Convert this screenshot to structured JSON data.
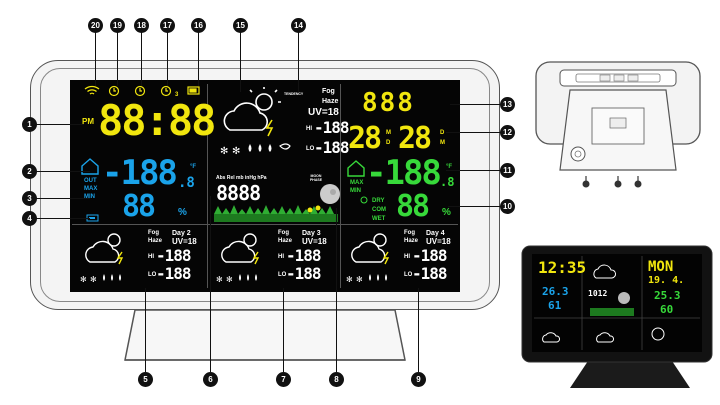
{
  "callouts": [
    "1",
    "2",
    "3",
    "4",
    "5",
    "6",
    "7",
    "8",
    "9",
    "10",
    "11",
    "12",
    "13",
    "14",
    "15",
    "16",
    "17",
    "18",
    "19",
    "20"
  ],
  "left": {
    "pm": "PM",
    "time": "88:88",
    "out": "OUT",
    "max": "MAX",
    "min": "MIN",
    "temp": "-188",
    "temp_dec": ".8",
    "temp_unit": "°F",
    "hum": "88",
    "hum_unit": "%",
    "alarm_count": "3"
  },
  "center": {
    "tendency": "TENDENCY",
    "fog": "Fog",
    "haze": "Haze",
    "uv": "UV=18",
    "hi": "HI",
    "hi_val": "-188",
    "lo": "LO",
    "lo_val": "-188",
    "pressure_units": "Abs Rel mb inHg hPa",
    "pressure": "8888",
    "moon_phase": "MOON PHASE"
  },
  "right": {
    "weekday": "888",
    "date1": "28",
    "date1_m": "M",
    "date1_d": "D",
    "date2": "28",
    "date2_d": "D",
    "date2_m": "M",
    "max": "MAX",
    "min": "MIN",
    "temp": "-188",
    "temp_dec": ".8",
    "temp_unit": "°F",
    "dry": "DRY",
    "com": "COM",
    "wet": "WET",
    "hum": "88",
    "hum_unit": "%"
  },
  "forecast": [
    {
      "day": "Day 2",
      "fog": "Fog",
      "haze": "Haze",
      "uv": "UV=18",
      "hi": "HI",
      "hi_val": "-188",
      "lo": "LO",
      "lo_val": "-188"
    },
    {
      "day": "Day 3",
      "fog": "Fog",
      "haze": "Haze",
      "uv": "UV=18",
      "hi": "HI",
      "hi_val": "-188",
      "lo": "LO",
      "lo_val": "-188"
    },
    {
      "day": "Day 4",
      "fog": "Fog",
      "haze": "Haze",
      "uv": "UV=18",
      "hi": "HI",
      "hi_val": "-188",
      "lo": "LO",
      "lo_val": "-188"
    }
  ],
  "photo": {
    "time": "12:35",
    "weekday": "MON",
    "date": "19. 4.",
    "in_temp": "26.3",
    "in_hum": "61",
    "out_temp": "25.3",
    "out_hum": "60",
    "pressure": "1012"
  },
  "colors": {
    "yellow": "#f1e60e",
    "blue": "#1aa3ea",
    "green": "#37d93a",
    "frame": "#f4f4f4"
  }
}
